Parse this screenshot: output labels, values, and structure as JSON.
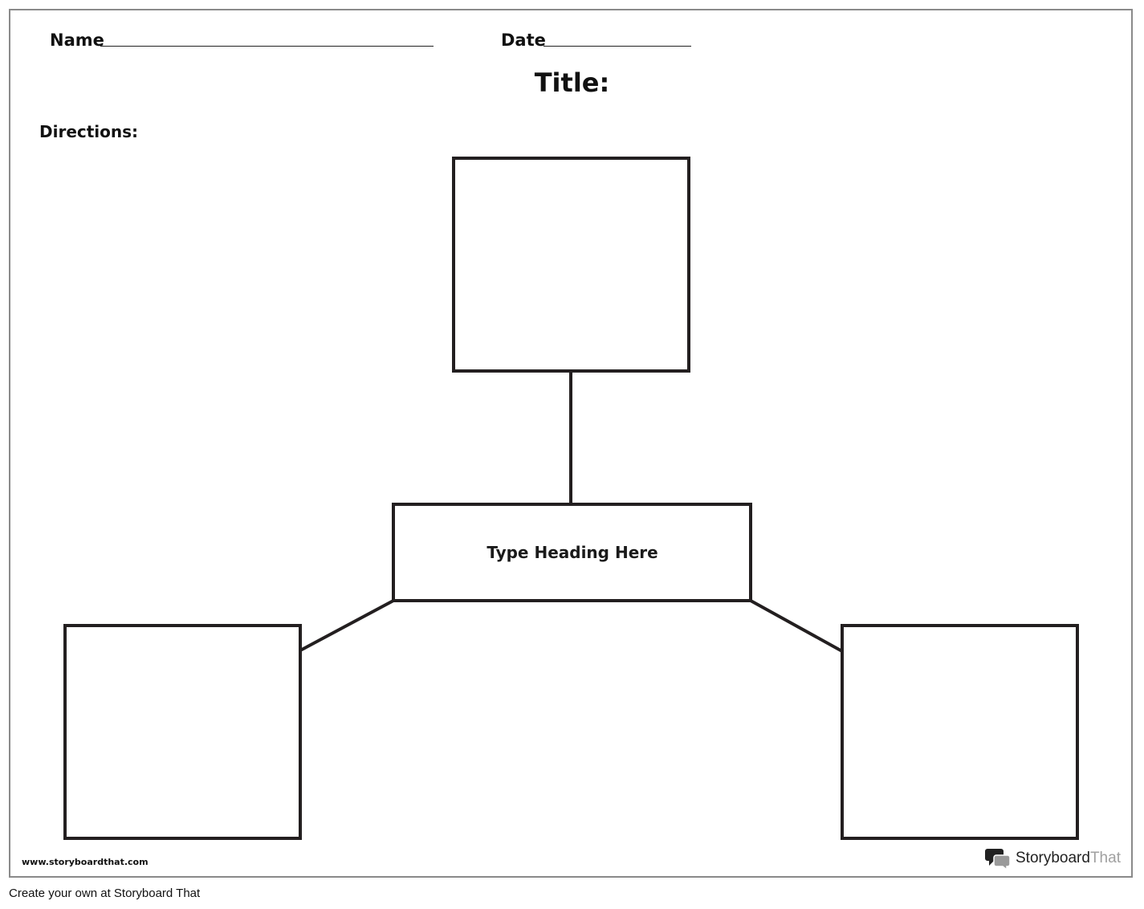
{
  "worksheet": {
    "name_label": "Name",
    "date_label": "Date",
    "title_label": "Title:",
    "directions_label": "Directions:"
  },
  "diagram": {
    "center_heading": "Type Heading Here"
  },
  "branding": {
    "website": "www.storyboardthat.com",
    "logo_name": "Storyboard",
    "logo_suffix": "That",
    "logo_icon": "speech-bubbles-icon"
  },
  "footer": {
    "text": "Create your own at Storyboard That"
  },
  "colors": {
    "stroke": "#231f20",
    "frame_border": "#8a8a8a"
  }
}
